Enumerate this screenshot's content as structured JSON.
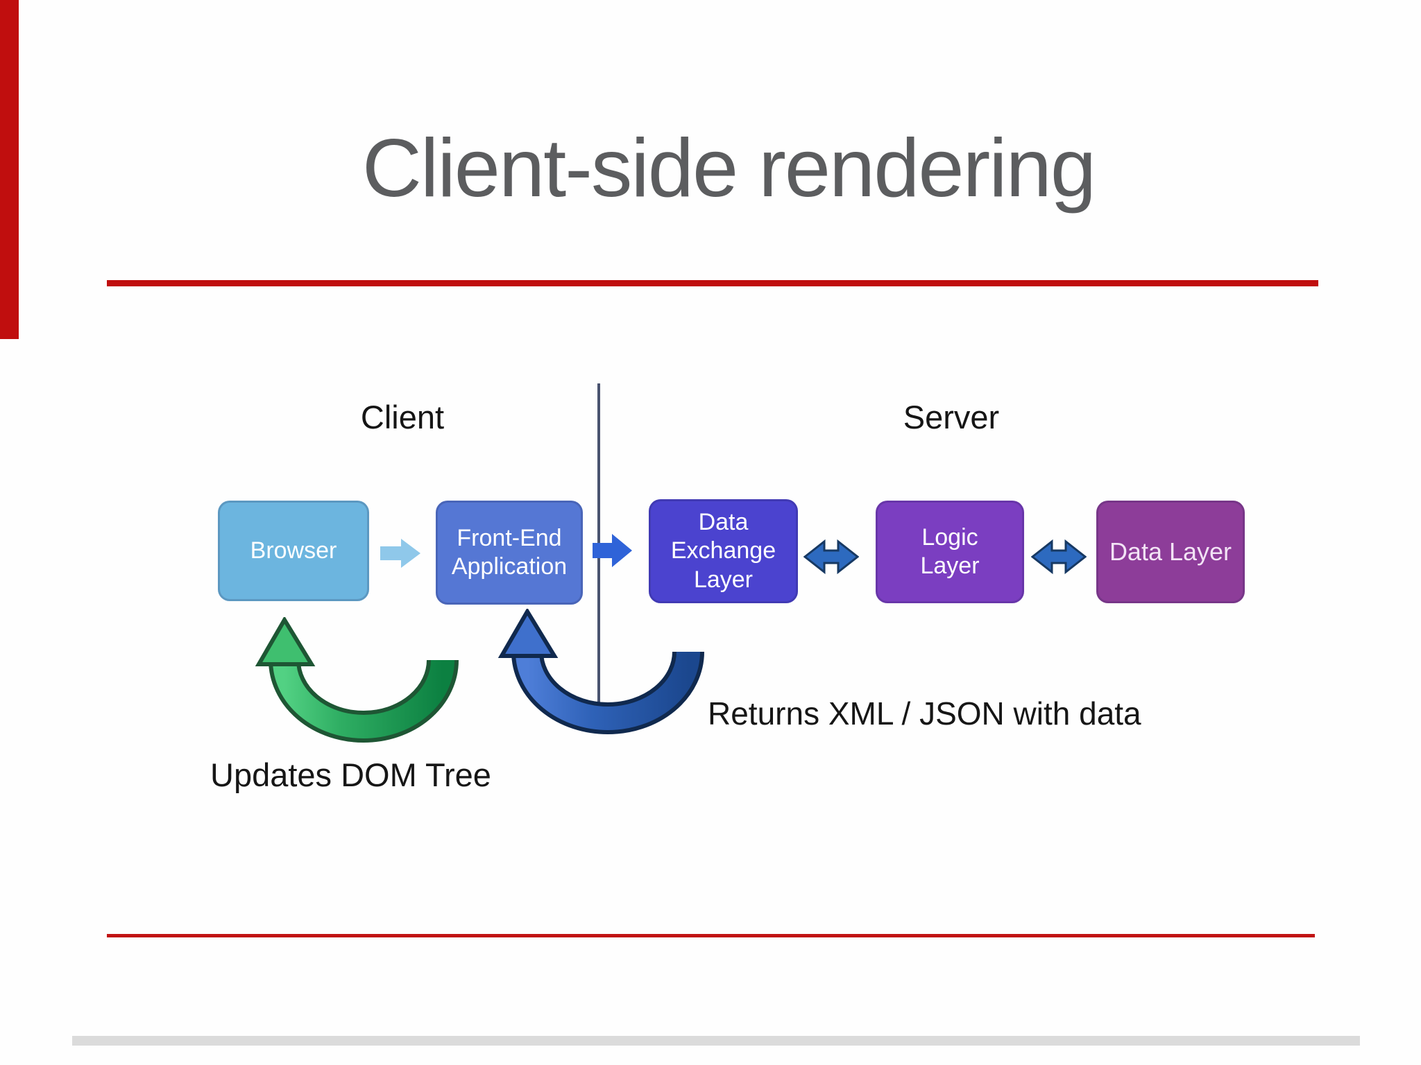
{
  "page": {
    "background": "#fefefe",
    "accent_red": "#c00e0e",
    "footer_bar_color": "#dbdbdb"
  },
  "title": {
    "text": "Client-side rendering",
    "color": "#5c5d5f"
  },
  "diagram": {
    "client_label": "Client",
    "server_label": "Server",
    "divider_color": "#49536f",
    "boxes": [
      {
        "id": "browser",
        "lines": [
          "Browser"
        ],
        "color": "#6cb5df"
      },
      {
        "id": "front-end-application",
        "lines": [
          "Front-End",
          "Application"
        ],
        "color": "#5577d4"
      },
      {
        "id": "data-exchange-layer",
        "lines": [
          "Data",
          "Exchange",
          "Layer"
        ],
        "color": "#4b43cf"
      },
      {
        "id": "logic-layer",
        "lines": [
          "Logic",
          "Layer"
        ],
        "color": "#7b3ec1"
      },
      {
        "id": "data-layer",
        "lines": [
          "Data Layer"
        ],
        "color": "#8d3d99"
      }
    ],
    "arrows": {
      "browser_to_frontend_color": "#8fc8ea",
      "frontend_to_dataexchange_color": "#2f63d8",
      "sync_arrow_color": "#2d6abf",
      "green_arrow_head": "#3fbf6f",
      "green_arrow_tail": "#0c8041",
      "blue_arrow_head": "#4e7ed8",
      "blue_arrow_tail": "#1b478e"
    },
    "annotations": {
      "updates_dom": "Updates DOM Tree",
      "returns_xml": "Returns XML / JSON with data"
    }
  }
}
